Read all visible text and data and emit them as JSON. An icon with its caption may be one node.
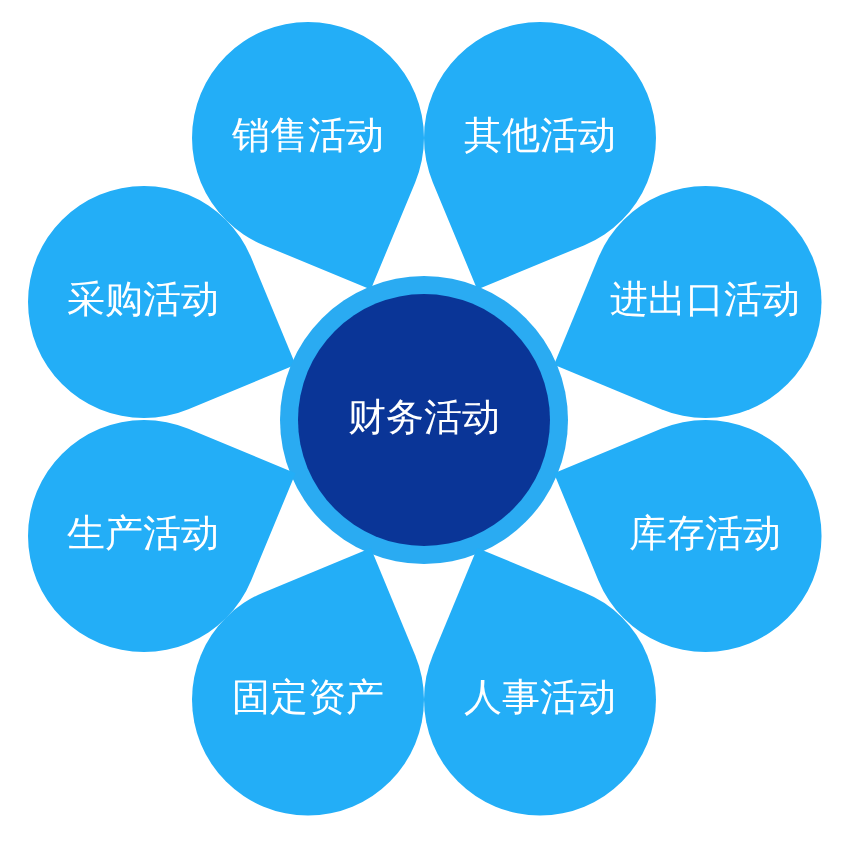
{
  "diagram": {
    "nodes": [
      {
        "text": [
          "销售活动"
        ]
      },
      {
        "text": [
          "其他活动"
        ]
      },
      {
        "text": [
          "采购活动"
        ]
      },
      {
        "text": [
          "进出口活动"
        ]
      },
      {
        "text": [
          "财务活动"
        ]
      },
      {
        "text": [
          "生产活动"
        ]
      },
      {
        "text": [
          "库存活动"
        ]
      },
      {
        "text": [
          "固定资产"
        ]
      },
      {
        "text": [
          "人事活动"
        ]
      }
    ]
  }
}
